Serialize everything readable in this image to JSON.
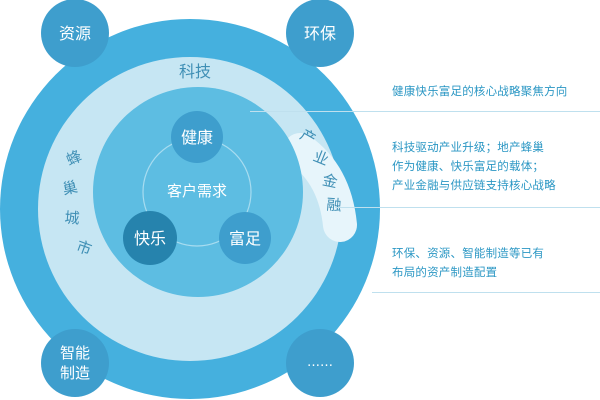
{
  "diagram": {
    "center_label": "客户需求",
    "core_nodes": [
      "健康",
      "快乐",
      "富足"
    ],
    "rings": {
      "ring1_top": "科技",
      "ring1_left": [
        "蜂",
        "巢",
        "城",
        "市"
      ],
      "ring1_right": [
        "产",
        "业",
        "金",
        "融"
      ]
    },
    "outer_bubbles": {
      "top_left": "资源",
      "top_right": "环保",
      "bottom_left": [
        "智能",
        "制造"
      ],
      "bottom_right": "……"
    }
  },
  "descriptions": [
    {
      "lines": [
        "健康快乐富足的核心战略聚焦方向"
      ]
    },
    {
      "lines": [
        "科技驱动产业升级；地产蜂巢",
        "作为健康、快乐富足的载体；",
        "产业金融与供应链支持核心战略"
      ]
    },
    {
      "lines": [
        "环保、资源、智能制造等已有",
        "布局的资产制造配置"
      ]
    }
  ],
  "colors": {
    "outer_ring": "#45b0de",
    "ring1": "#c6e6f3",
    "inner_circle": "#5dbde2",
    "bubble": "#3e9ecd",
    "node_dark": "#2683ad",
    "text_blue": "#2b97c4"
  }
}
